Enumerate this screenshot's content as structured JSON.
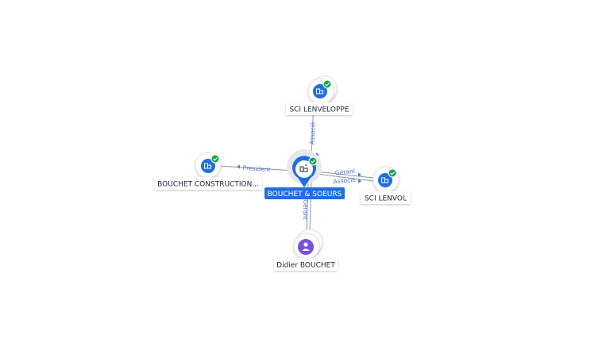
{
  "colors": {
    "accent": "#1f6fe0",
    "person": "#7b4fe0",
    "verified": "#17a34a",
    "edge": "#8d96a8",
    "edge_label": "#4a74d8"
  },
  "nodes": {
    "center": {
      "label": "BOUCHET & SOEURS",
      "icon": "company-icon",
      "verified": true
    },
    "top": {
      "label": "SCI LENVELOPPE",
      "icon": "company-icon",
      "verified": true
    },
    "left": {
      "label": "BOUCHET CONSTRUCTION...",
      "icon": "company-icon",
      "verified": true
    },
    "right": {
      "label": "SCI LENVOL",
      "icon": "company-icon",
      "verified": true
    },
    "bottom": {
      "label": "Didier BOUCHET",
      "icon": "person-icon",
      "verified": false
    }
  },
  "edges": {
    "top": {
      "label": "Associé"
    },
    "left": {
      "label": "President"
    },
    "right_1": {
      "label": "Gérant"
    },
    "right_2": {
      "label": "Associé"
    },
    "bottom": {
      "label": "Gérant"
    }
  }
}
